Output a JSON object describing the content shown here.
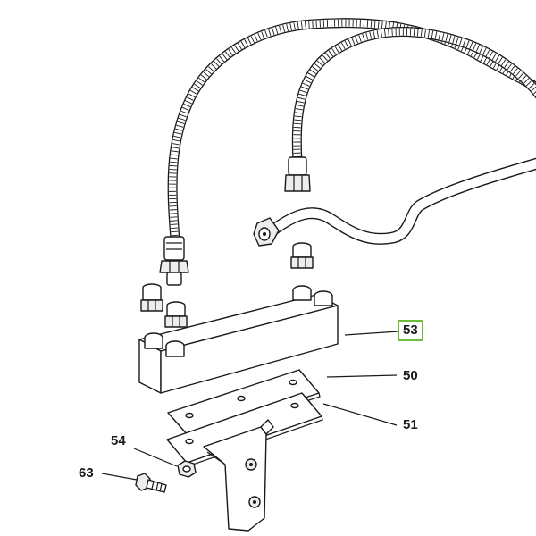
{
  "callouts": [
    {
      "id": "53",
      "label": "53",
      "highlighted": true
    },
    {
      "id": "50",
      "label": "50",
      "highlighted": false
    },
    {
      "id": "51",
      "label": "51",
      "highlighted": false
    },
    {
      "id": "54",
      "label": "54",
      "highlighted": false
    },
    {
      "id": "63",
      "label": "63",
      "highlighted": false
    }
  ],
  "colors": {
    "line": "#1a1a1a",
    "highlight_border": "#6dbb3a",
    "background": "#ffffff"
  }
}
